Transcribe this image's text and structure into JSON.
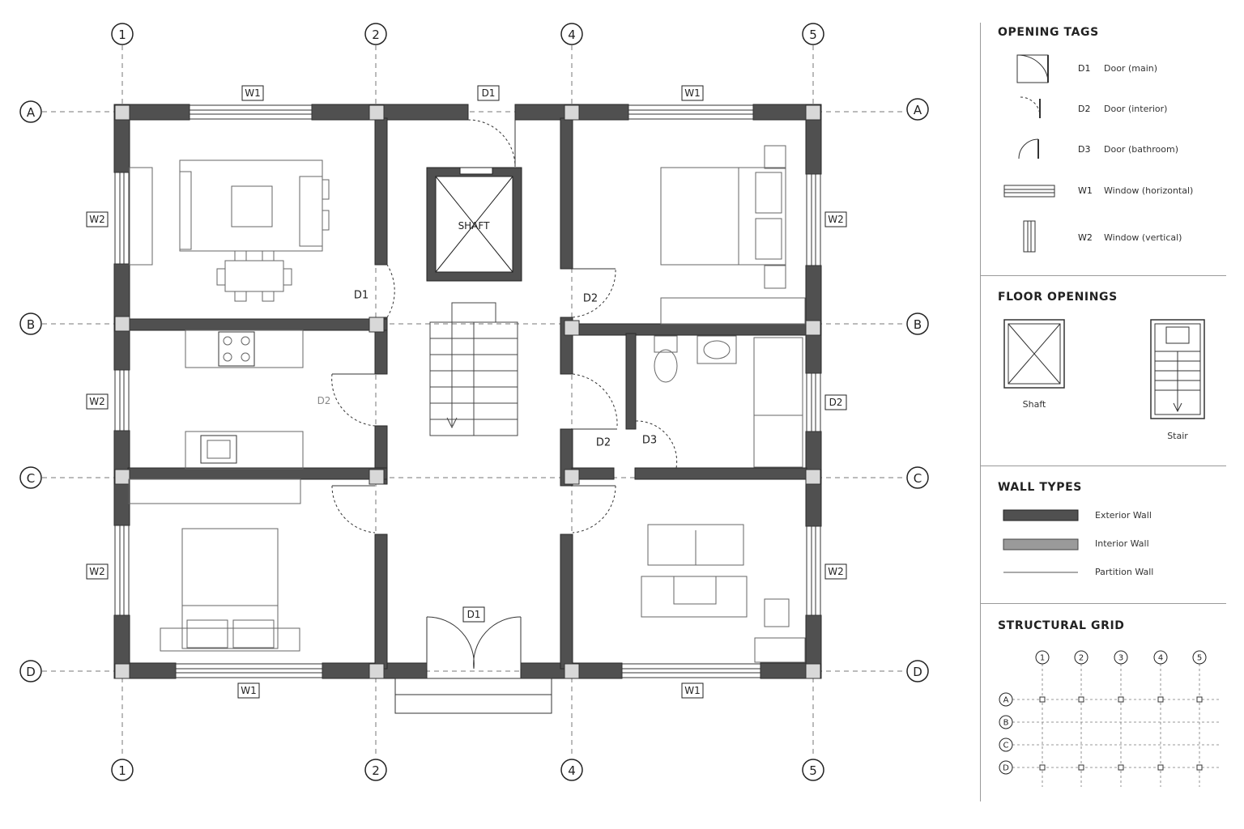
{
  "grid": {
    "columns": [
      "1",
      "2",
      "4",
      "5"
    ],
    "rows": [
      "A",
      "B",
      "C",
      "D"
    ]
  },
  "tags": {
    "w1": "W1",
    "w2": "W2",
    "d1": "D1",
    "d2": "D2",
    "d3": "D3",
    "shaft": "SHAFT"
  },
  "legend": {
    "opening_tags": {
      "title": "OPENING TAGS",
      "items": [
        {
          "code": "D1",
          "label": "Door (main)"
        },
        {
          "code": "D2",
          "label": "Door (interior)"
        },
        {
          "code": "D3",
          "label": "Door (bathroom)"
        },
        {
          "code": "W1",
          "label": "Window (horizontal)"
        },
        {
          "code": "W2",
          "label": "Window (vertical)"
        }
      ]
    },
    "floor_openings": {
      "title": "FLOOR OPENINGS",
      "shaft": "Shaft",
      "stair": "Stair"
    },
    "wall_types": {
      "title": "WALL TYPES",
      "items": [
        {
          "label": "Exterior Wall",
          "color": "#505050"
        },
        {
          "label": "Interior Wall",
          "color": "#9a9a9a"
        },
        {
          "label": "Partition Wall",
          "color": "#222222"
        }
      ]
    },
    "structural_grid": {
      "title": "STRUCTURAL GRID",
      "columns": [
        "1",
        "2",
        "3",
        "4",
        "5"
      ],
      "rows": [
        "A",
        "B",
        "C",
        "D"
      ]
    }
  }
}
